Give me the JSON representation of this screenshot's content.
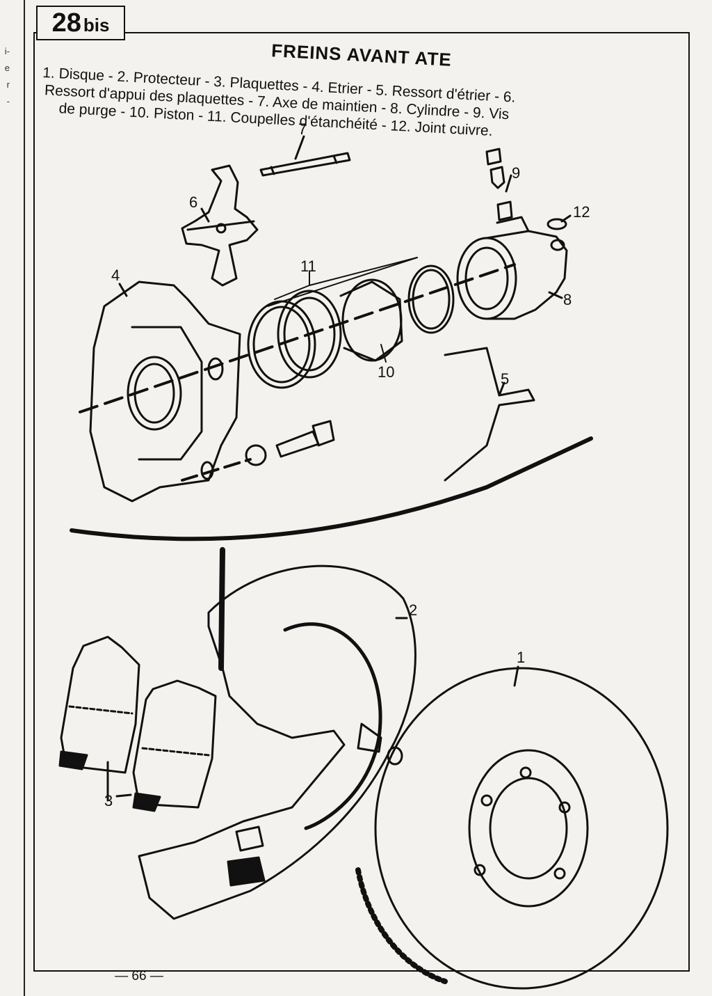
{
  "chapter": {
    "number": "28",
    "suffix": "bis"
  },
  "title": "FREINS AVANT ATE",
  "legend_lines": [
    "1. Disque - 2. Protecteur - 3. Plaquettes - 4. Etrier - 5. Ressort d'étrier - 6.",
    "Ressort d'appui des plaquettes - 7. Axe de maintien - 8. Cylindre - 9. Vis",
    "de purge - 10. Piston - 11. Coupelles d'étanchéité - 12. Joint cuivre."
  ],
  "callouts": [
    "1",
    "2",
    "3",
    "4",
    "5",
    "6",
    "7",
    "8",
    "9",
    "10",
    "11",
    "12"
  ],
  "margin_marks": [
    "i-",
    "e",
    "r",
    "-"
  ],
  "footer": {
    "page_number": "— 66 —"
  },
  "colors": {
    "ink": "#111111",
    "paper": "#f4f2ee"
  }
}
